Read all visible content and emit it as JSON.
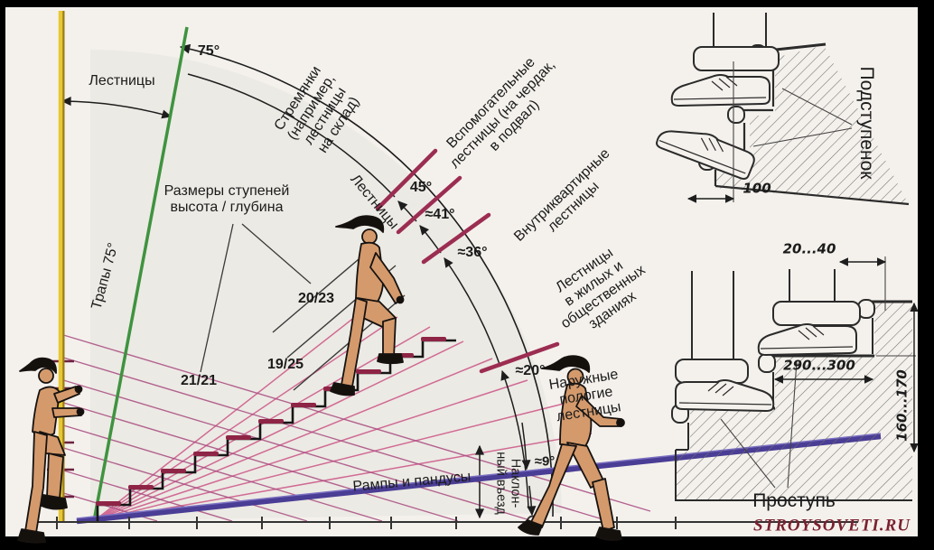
{
  "main": {
    "ladder_range_label": "Лестницы",
    "green_angle": "75°",
    "trapy": "Трапы 75°",
    "stremyanki": [
      "Стремянки",
      "(например,",
      "лестницы",
      "на склад)"
    ],
    "vspomog": [
      "Вспомогательные",
      "лестницы (на чердак,",
      "в подвал)"
    ],
    "vnutri": [
      "Внутриквартирные",
      "лестницы"
    ],
    "arc_label": "Лестницы",
    "angle_45": "45°",
    "angle_41": "≈41°",
    "angle_36": "≈36°",
    "angle_20": "≈20°",
    "angle_9": "≈9°",
    "zhil": [
      "Лестницы",
      "в жилых и",
      "общественных",
      "зданиях"
    ],
    "naruzh": [
      "Наружные",
      "пологие",
      "лестницы"
    ],
    "naklon": [
      "Наклон-",
      "ный въезд"
    ],
    "razmery": [
      "Размеры ступеней",
      "высота / глубина"
    ],
    "ratio_2023": "20/23",
    "ratio_1925": "19/25",
    "ratio_2121": "21/21",
    "rampy": "Рампы  и  пандусы"
  },
  "details": {
    "riser_label": "Подступенок",
    "tread_label": "Проступь",
    "dim_100": "100",
    "dim_overhang": "20...40",
    "dim_tread": "290...300",
    "dim_riser": "160...170"
  },
  "watermark": "STROYSOVETI.RU",
  "colors": {
    "ladder_yellow": "#e7c733",
    "trapy_green": "#3f9340",
    "tick_maroon": "#9c2d52",
    "fan_pink": "#cf6490",
    "ramp_purple": "#4a3d95",
    "figure_tan": "#d49a6c",
    "watermark_red": "#7b2130"
  }
}
